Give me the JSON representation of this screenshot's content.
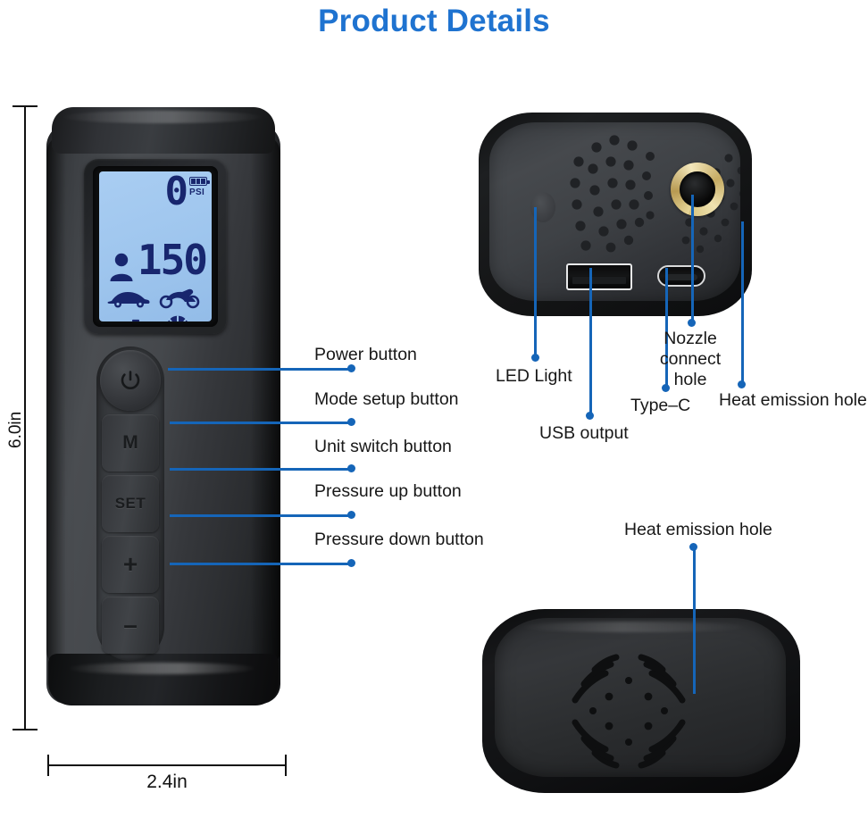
{
  "page": {
    "title": "Product Details",
    "title_color": "#1f73d0",
    "accent_color": "#1565b8",
    "background_color": "#ffffff"
  },
  "dimensions": {
    "height_label": "6.0in",
    "width_label": "2.4in"
  },
  "device_front": {
    "lcd": {
      "pressure_reading": "0",
      "unit": "PSI",
      "target_value": "150",
      "battery_icon": "battery-icon",
      "mode_icons": [
        {
          "name": "person-icon",
          "label": "person"
        },
        {
          "name": "car-icon",
          "label": "car"
        },
        {
          "name": "motorcycle-icon",
          "label": "motorcycle"
        },
        {
          "name": "bicycle-icon",
          "label": "bicycle"
        },
        {
          "name": "basketball-icon",
          "label": "basketball"
        }
      ]
    },
    "buttons": [
      {
        "key": "power",
        "glyph": "",
        "icon": "power-icon"
      },
      {
        "key": "mode",
        "glyph": "M",
        "icon": ""
      },
      {
        "key": "set",
        "glyph": "SET",
        "icon": ""
      },
      {
        "key": "plus",
        "glyph": "+",
        "icon": ""
      },
      {
        "key": "minus",
        "glyph": "–",
        "icon": ""
      }
    ],
    "callouts": [
      {
        "id": "power-button",
        "text": "Power button"
      },
      {
        "id": "mode-setup-button",
        "text": "Mode setup button"
      },
      {
        "id": "unit-switch-button",
        "text": "Unit switch button"
      },
      {
        "id": "pressure-up-button",
        "text": "Pressure up button"
      },
      {
        "id": "pressure-down-button",
        "text": "Pressure down button"
      }
    ]
  },
  "device_topcap": {
    "callouts": [
      {
        "id": "led-light",
        "text": "LED Light"
      },
      {
        "id": "usb-output",
        "text": "USB output"
      },
      {
        "id": "type-c",
        "text": "Type–C"
      },
      {
        "id": "nozzle-connect-hole",
        "text": "Nozzle connect hole"
      },
      {
        "id": "heat-emission-hole-top",
        "text": "Heat emission hole"
      }
    ]
  },
  "device_bottomcap": {
    "callouts": [
      {
        "id": "heat-emission-hole-bottom",
        "text": "Heat emission hole"
      }
    ]
  }
}
